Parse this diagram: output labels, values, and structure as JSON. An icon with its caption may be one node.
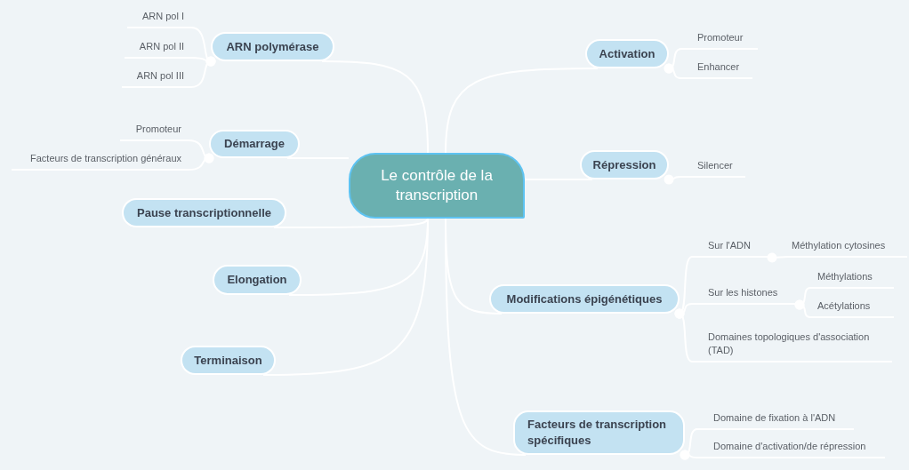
{
  "diagram": {
    "nodes": [
      {
        "text": [
          "Le contrôle de la transcription"
        ]
      },
      {
        "text": [
          "ARN polymérase"
        ]
      },
      {
        "text": [
          "ARN pol I"
        ]
      },
      {
        "text": [
          "ARN pol II"
        ]
      },
      {
        "text": [
          "ARN pol III"
        ]
      },
      {
        "text": [
          "Démarrage"
        ]
      },
      {
        "text": [
          "Promoteur"
        ]
      },
      {
        "text": [
          "Facteurs de transcription généraux"
        ]
      },
      {
        "text": [
          "Pause transcriptionnelle"
        ]
      },
      {
        "text": [
          "Elongation"
        ]
      },
      {
        "text": [
          "Terminaison"
        ]
      },
      {
        "text": [
          "Activation"
        ]
      },
      {
        "text": [
          "Promoteur"
        ]
      },
      {
        "text": [
          "Enhancer"
        ]
      },
      {
        "text": [
          "Répression"
        ]
      },
      {
        "text": [
          "Silencer"
        ]
      },
      {
        "text": [
          "Modifications épigénétiques"
        ]
      },
      {
        "text": [
          "Sur l'ADN"
        ]
      },
      {
        "text": [
          "Méthylation cytosines"
        ]
      },
      {
        "text": [
          "Sur les histones"
        ]
      },
      {
        "text": [
          "Méthylations"
        ]
      },
      {
        "text": [
          "Acétylations"
        ]
      },
      {
        "text": [
          "Domaines topologiques d'association (TAD)"
        ]
      },
      {
        "text": [
          "Facteurs de transcription spécifiques"
        ]
      },
      {
        "text": [
          "Domaine de fixation à l'ADN"
        ]
      },
      {
        "text": [
          "Domaine d'activation/de répression"
        ]
      }
    ],
    "edges": [
      {
        "from": 0,
        "to": 1,
        "arrow": "none"
      },
      {
        "from": 1,
        "to": 2,
        "arrow": "other"
      },
      {
        "from": 1,
        "to": 3,
        "arrow": "other"
      },
      {
        "from": 1,
        "to": 4,
        "arrow": "other"
      },
      {
        "from": 0,
        "to": 5,
        "arrow": "none"
      },
      {
        "from": 5,
        "to": 6,
        "arrow": "other"
      },
      {
        "from": 5,
        "to": 7,
        "arrow": "other"
      },
      {
        "from": 0,
        "to": 8,
        "arrow": "none"
      },
      {
        "from": 0,
        "to": 9,
        "arrow": "none"
      },
      {
        "from": 0,
        "to": 10,
        "arrow": "none"
      },
      {
        "from": 0,
        "to": 11,
        "arrow": "none"
      },
      {
        "from": 11,
        "to": 12,
        "arrow": "other"
      },
      {
        "from": 11,
        "to": 13,
        "arrow": "other"
      },
      {
        "from": 0,
        "to": 14,
        "arrow": "none"
      },
      {
        "from": 14,
        "to": 15,
        "arrow": "other"
      },
      {
        "from": 0,
        "to": 16,
        "arrow": "none"
      },
      {
        "from": 16,
        "to": 17,
        "arrow": "other"
      },
      {
        "from": 17,
        "to": 18,
        "arrow": "other"
      },
      {
        "from": 16,
        "to": 19,
        "arrow": "other"
      },
      {
        "from": 19,
        "to": 20,
        "arrow": "other"
      },
      {
        "from": 19,
        "to": 21,
        "arrow": "other"
      },
      {
        "from": 16,
        "to": 22,
        "arrow": "other"
      },
      {
        "from": 0,
        "to": 23,
        "arrow": "none"
      },
      {
        "from": 23,
        "to": 24,
        "arrow": "other"
      },
      {
        "from": 23,
        "to": 25,
        "arrow": "other"
      }
    ]
  }
}
